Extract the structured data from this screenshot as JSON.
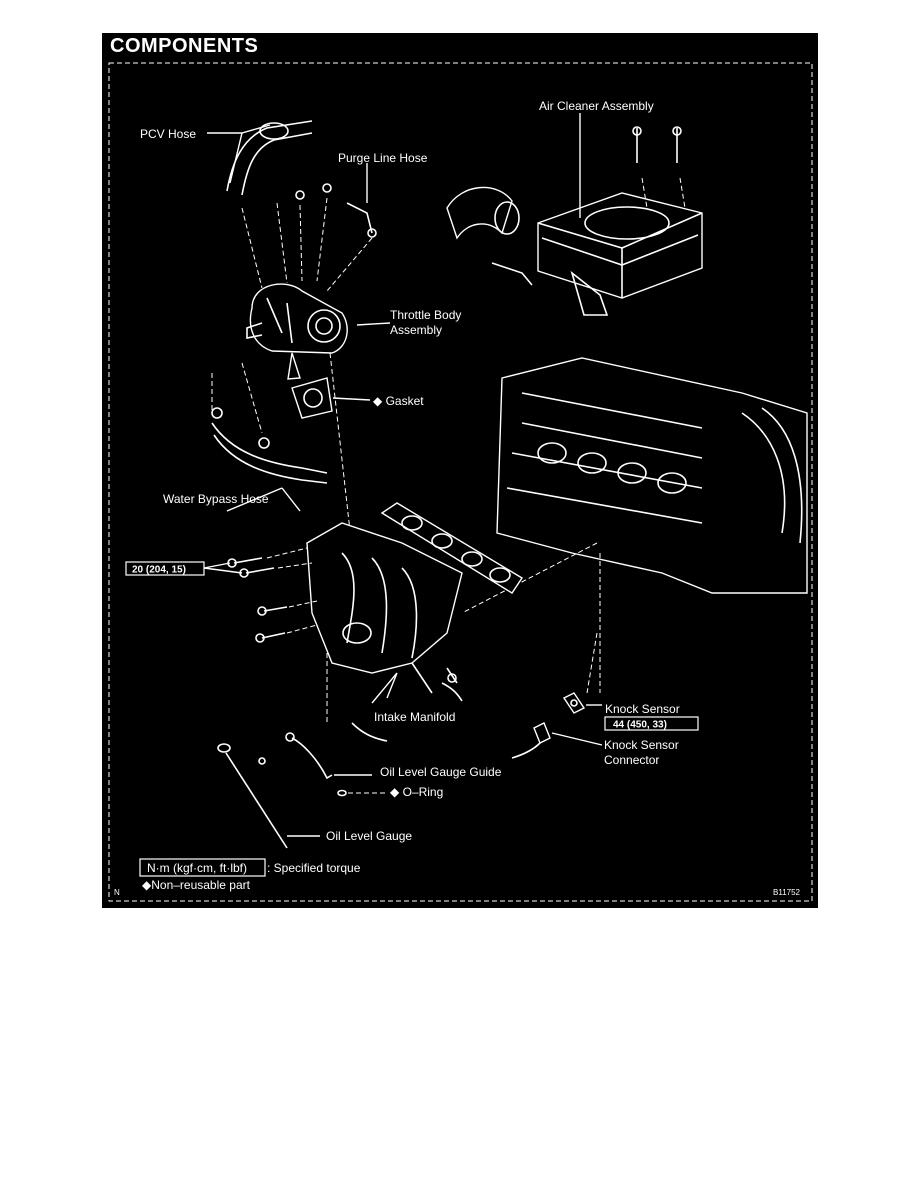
{
  "title": "COMPONENTS",
  "labels": {
    "pcv_hose": "PCV Hose",
    "purge_line_hose": "Purge Line Hose",
    "air_cleaner_assembly": "Air Cleaner Assembly",
    "throttle_body_line1": "Throttle Body",
    "throttle_body_line2": "Assembly",
    "gasket": "◆ Gasket",
    "water_bypass_hose": "Water Bypass Hose",
    "intake_manifold": "Intake Manifold",
    "knock_sensor": "Knock Sensor",
    "knock_sensor_connector_line1": "Knock Sensor",
    "knock_sensor_connector_line2": "Connector",
    "oil_level_gauge_guide": "Oil Level Gauge Guide",
    "o_ring": "◆ O–Ring",
    "oil_level_gauge": "Oil Level Gauge"
  },
  "torques": {
    "manifold_bolts": "20 (204, 15)",
    "knock_sensor": "44 (450, 33)"
  },
  "legend": {
    "unit_box": "N·m (kgf·cm, ft·lbf)",
    "unit_desc": ": Specified torque",
    "non_reusable": "◆Non–reusable part"
  },
  "corner_mark": "N",
  "figure_code": "B11752",
  "colors": {
    "background": "#000000",
    "ink": "#ffffff",
    "page": "#ffffff"
  }
}
